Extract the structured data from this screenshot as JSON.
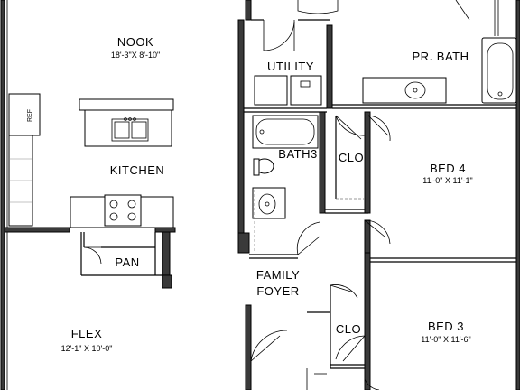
{
  "rooms": {
    "nook": {
      "name": "NOOK",
      "dims": "18'-3\"X 8'-10\""
    },
    "kitchen": {
      "name": "KITCHEN"
    },
    "utility": {
      "name": "UTILITY"
    },
    "pr_bath": {
      "name": "PR. BATH"
    },
    "bath3": {
      "name": "BATH3"
    },
    "clo_top": {
      "name": "CLO"
    },
    "bed4": {
      "name": "BED 4",
      "dims": "11'-0\" X 11'-1\""
    },
    "pan": {
      "name": "PAN"
    },
    "family_foyer": {
      "name_line1": "FAMILY",
      "name_line2": "FOYER"
    },
    "clo_bottom": {
      "name": "CLO"
    },
    "bed3": {
      "name": "BED 3",
      "dims": "11'-0\" X 11'-6\""
    },
    "flex": {
      "name": "FLEX",
      "dims": "12'-1\" X 10'-0\""
    }
  },
  "fixtures": {
    "ref": "REF"
  }
}
